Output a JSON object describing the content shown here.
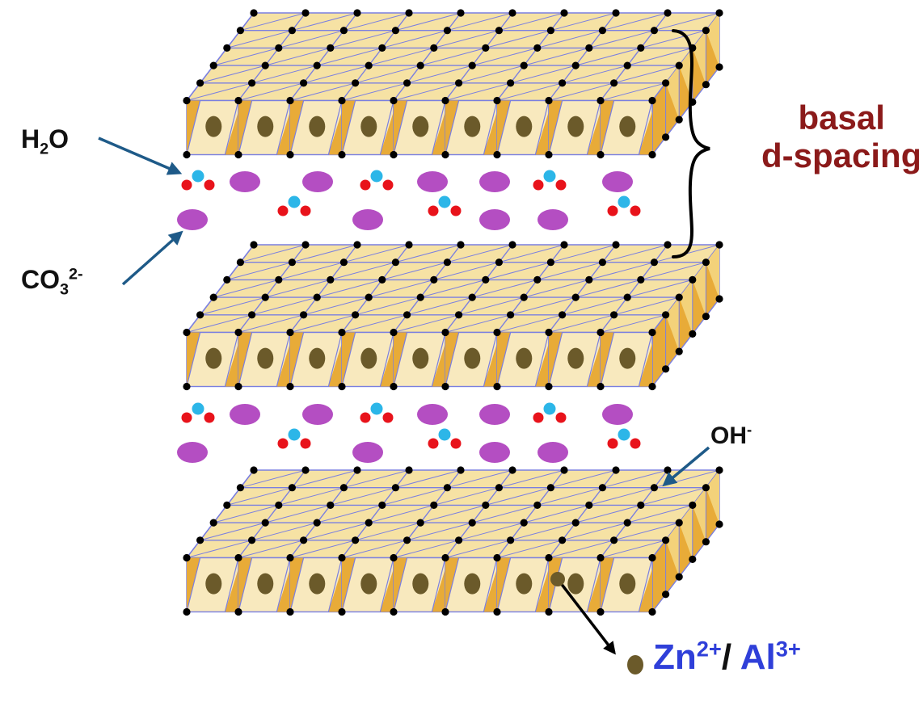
{
  "labels": {
    "water": {
      "base": "H",
      "sub": "2",
      "tail": "O"
    },
    "carbonate": {
      "base": "CO",
      "sub": "3",
      "sup": "2-"
    },
    "hydroxide": {
      "base": "OH",
      "sup": "-"
    },
    "basal_line1": "basal",
    "basal_line2": "d-spacing",
    "zinc": {
      "base": "Zn",
      "sup": "2+"
    },
    "separator": "/ ",
    "aluminum": {
      "base": "Al",
      "sup": "3+"
    }
  },
  "colors": {
    "octahedron_top": "#f6e2a4",
    "octahedron_front": "#f8e9be",
    "octahedron_side": "#e8ab38",
    "octahedron_edge": "#7a7fe0",
    "vertex": "#000000",
    "metal_cation": "#6b5a2a",
    "carbonate_ion": "#b44ec2",
    "water_oxygen": "#2cb6e8",
    "water_hydrogen": "#e8131b",
    "arrow": "#1e5a88",
    "basal_text": "#8b1a1a",
    "ion_text": "#2f3fd9"
  },
  "icons": {
    "layer": "octahedral-layer-icon",
    "carbonate": "carbonate-ion-icon",
    "water": "water-molecule-icon",
    "cation": "metal-cation-icon",
    "brace": "curly-brace-icon"
  }
}
